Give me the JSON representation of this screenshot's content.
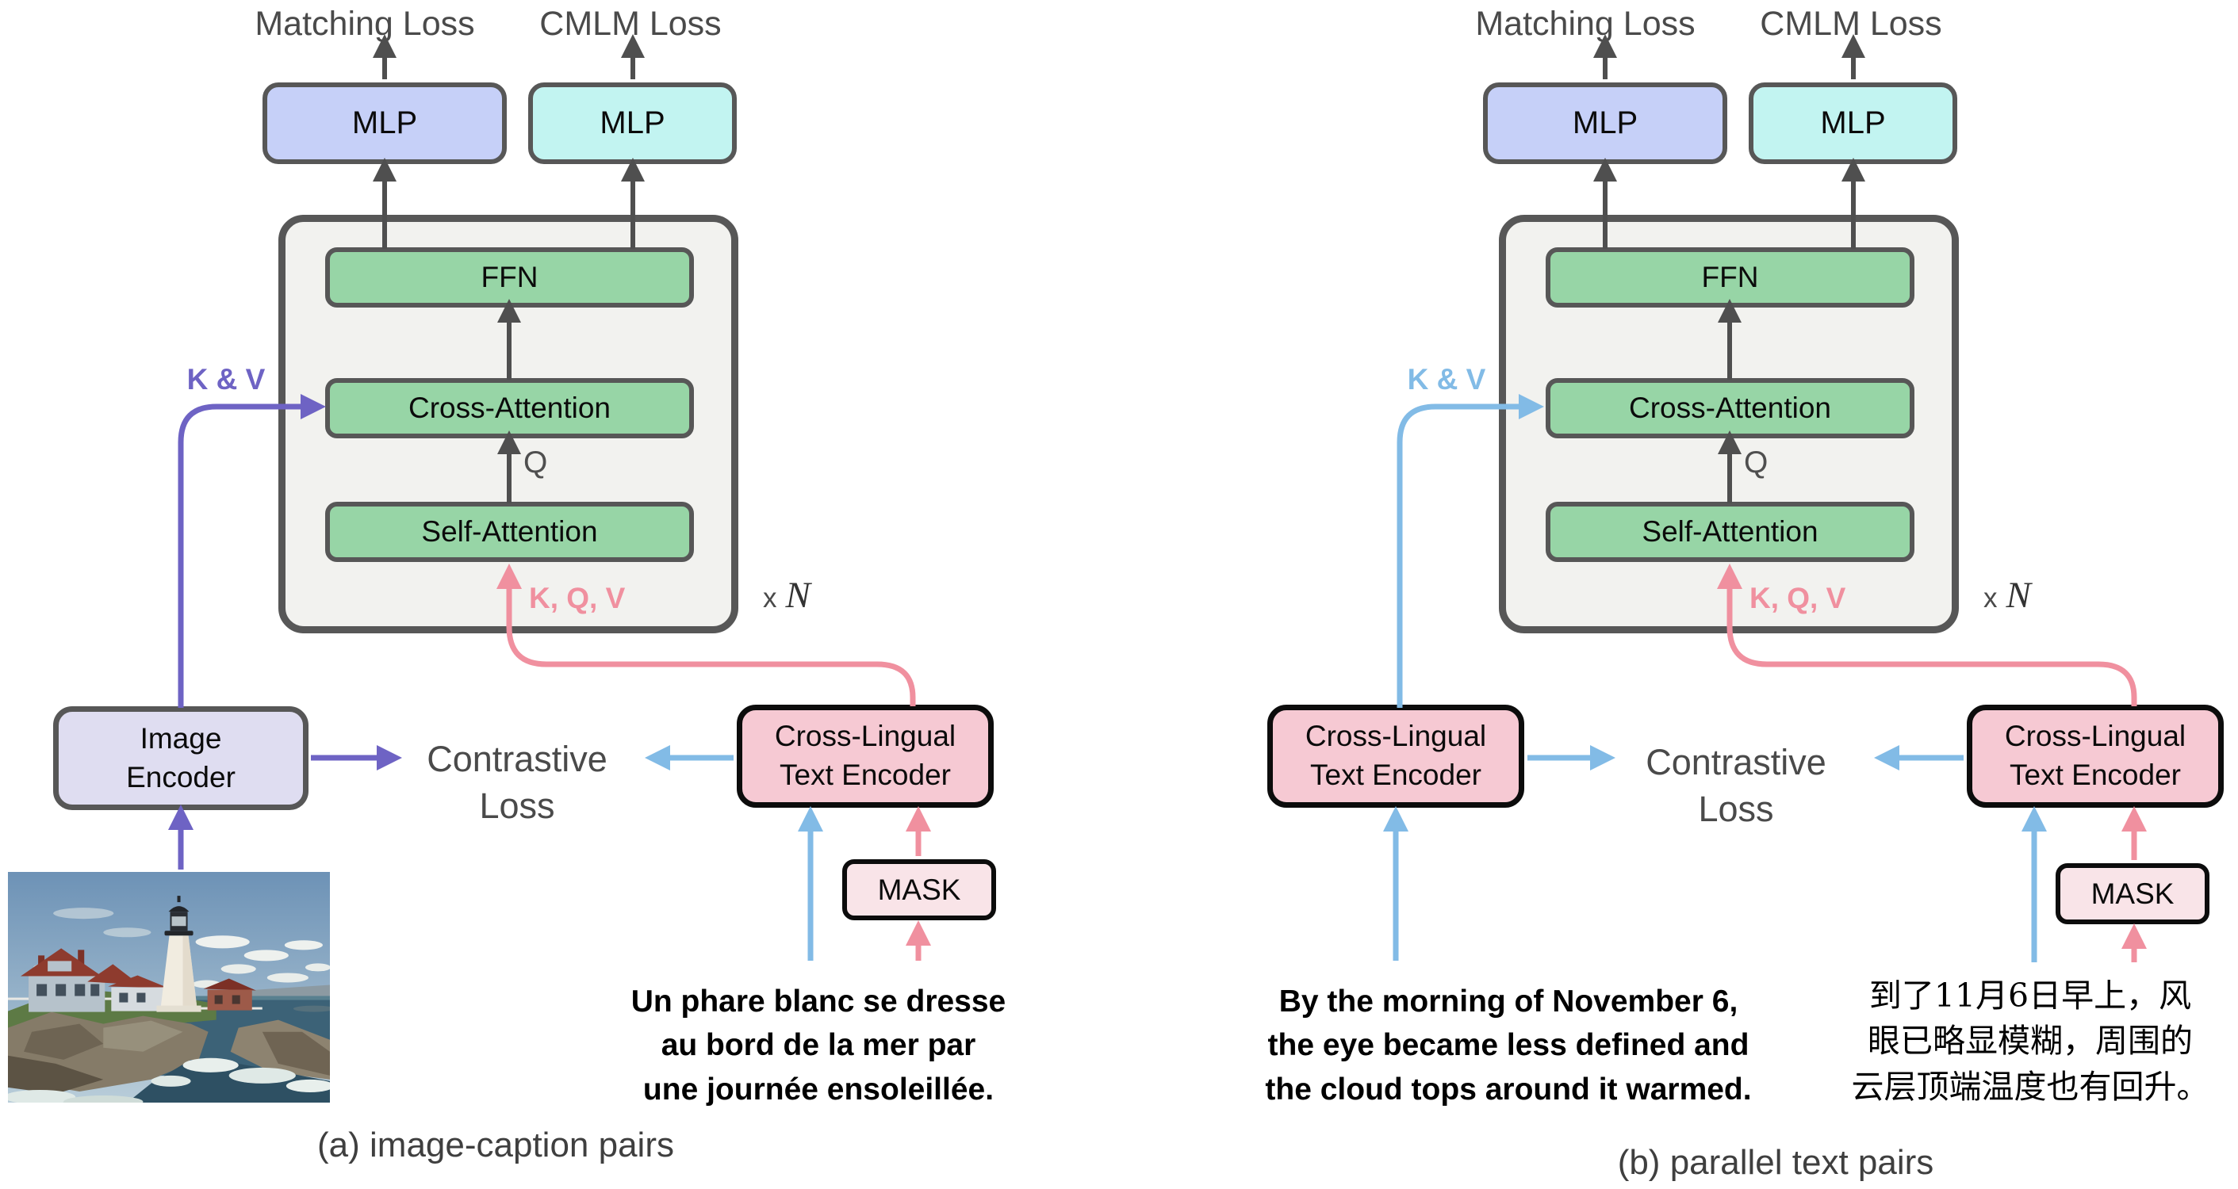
{
  "colors": {
    "mlp_matching_fill": "#c6d0f8",
    "mlp_cmlm_fill": "#c2f4f1",
    "attention_fill": "#97d5a6",
    "container_fill": "#f2f2ef",
    "image_encoder_fill": "#dfddf1",
    "text_encoder_fill": "#f6c9d3",
    "mask_fill": "#f9e4e8",
    "arrow_gray": "#4f4f4f",
    "arrow_purple": "#6e63c4",
    "arrow_blue": "#82bbe6",
    "arrow_pink": "#f0909f",
    "label_gray": "#4a4a4a",
    "border_gray": "#575757",
    "border_black": "#0c0c0c"
  },
  "panel_a": {
    "matching_loss_label": "Matching Loss",
    "cmlm_loss_label": "CMLM Loss",
    "mlp_matching_label": "MLP",
    "mlp_cmlm_label": "MLP",
    "ffn_label": "FFN",
    "cross_attention_label": "Cross-Attention",
    "self_attention_label": "Self-Attention",
    "kv_label": "K & V",
    "q_label": "Q",
    "kqv_label": "K, Q, V",
    "repeat_x": "x",
    "repeat_n": "N",
    "image_encoder_line1": "Image",
    "image_encoder_line2": "Encoder",
    "contrastive_line1": "Contrastive",
    "contrastive_line2": "Loss",
    "text_encoder_line1": "Cross-Lingual",
    "text_encoder_line2": "Text Encoder",
    "mask_label": "MASK",
    "caption_line1": "Un phare blanc se dresse",
    "caption_line2": "au bord de la mer par",
    "caption_line3": "une journée ensoleillée.",
    "figure_caption": "(a) image-caption pairs"
  },
  "panel_b": {
    "matching_loss_label": "Matching Loss",
    "cmlm_loss_label": "CMLM Loss",
    "mlp_matching_label": "MLP",
    "mlp_cmlm_label": "MLP",
    "ffn_label": "FFN",
    "cross_attention_label": "Cross-Attention",
    "self_attention_label": "Self-Attention",
    "kv_label": "K & V",
    "q_label": "Q",
    "kqv_label": "K, Q, V",
    "repeat_x": "x",
    "repeat_n": "N",
    "text_encoder_left_line1": "Cross-Lingual",
    "text_encoder_left_line2": "Text Encoder",
    "contrastive_line1": "Contrastive",
    "contrastive_line2": "Loss",
    "text_encoder_right_line1": "Cross-Lingual",
    "text_encoder_right_line2": "Text Encoder",
    "mask_label": "MASK",
    "english_line1": "By the morning of November 6,",
    "english_line2": "the eye became less defined and",
    "english_line3": "the cloud tops around it warmed.",
    "chinese_line1": "到了11月6日早上，风",
    "chinese_line2": "眼已略显模糊，周围的",
    "chinese_line3": "云层顶端温度也有回升。",
    "figure_caption": "(b) parallel text pairs"
  }
}
